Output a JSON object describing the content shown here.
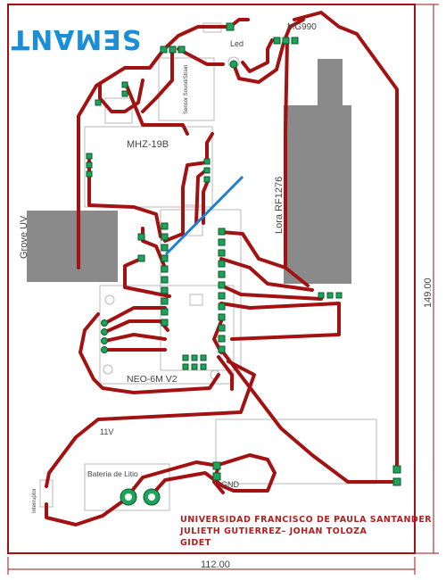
{
  "logo_text": "SEMANT",
  "components": {
    "led": "Led",
    "mg990": "MG990",
    "sensor": "Sensor Sound/Strain",
    "mhz": "MHZ-19B",
    "grove": "Grove UV",
    "lora": "Lora RF1276",
    "neo": "NEO-6M V2",
    "battery": "Bateria de Litio",
    "switch": "Interruptor"
  },
  "nets": {
    "v11": "11V",
    "gnd": "GND"
  },
  "credits": {
    "line1": "UNIVERSIDAD FRANCISCO DE PAULA SANTANDER",
    "line2": "JULIETH GUTIERREZ– JOHAN TOLOZA",
    "line3": "GIDET"
  },
  "dimensions": {
    "width": "112.00",
    "height": "149.00"
  },
  "colors": {
    "trace": "#a31212",
    "pad": "#1fa35a",
    "logo": "#1b8fd6",
    "module_fill": "#8a8a8a",
    "jumper": "#1f7fd1"
  }
}
